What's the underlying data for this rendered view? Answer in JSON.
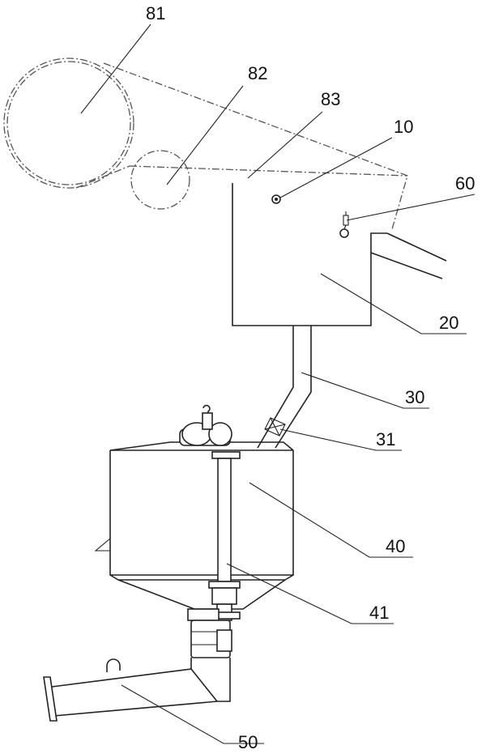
{
  "labels": {
    "l81": "81",
    "l82": "82",
    "l83": "83",
    "l10": "10",
    "l60": "60",
    "l20": "20",
    "l30": "30",
    "l31": "31",
    "l40": "40",
    "l41": "41",
    "l50": "50"
  }
}
